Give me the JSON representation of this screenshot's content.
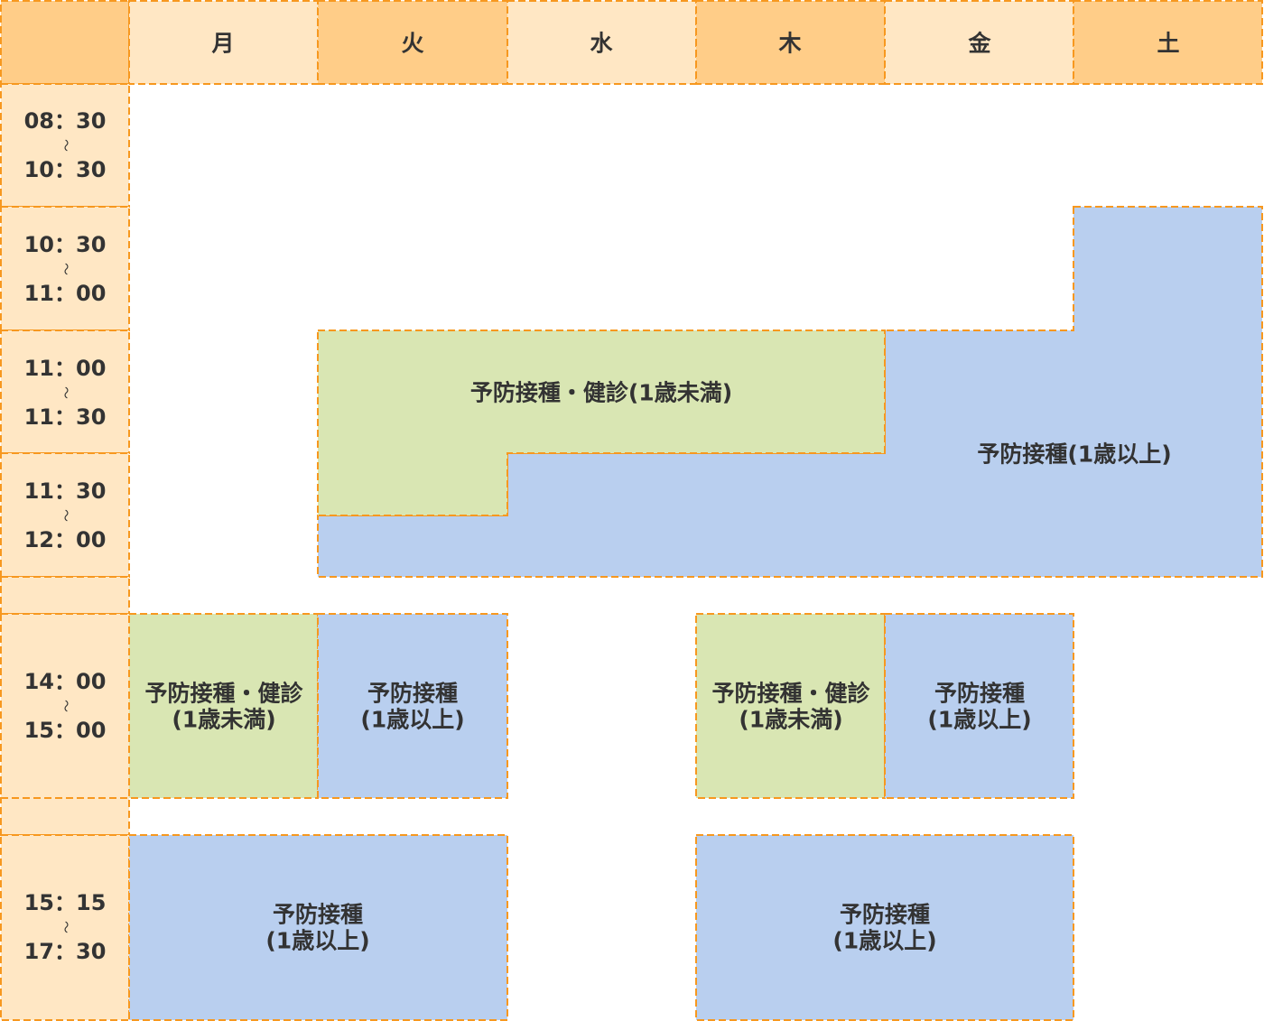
{
  "header": {
    "days": [
      "月",
      "火",
      "水",
      "木",
      "金",
      "土"
    ]
  },
  "times": [
    {
      "start": "08：30",
      "sep": "〜",
      "end": "10：30"
    },
    {
      "start": "10：30",
      "sep": "〜",
      "end": "11：00"
    },
    {
      "start": "11：00",
      "sep": "〜",
      "end": "11：30"
    },
    {
      "start": "11：30",
      "sep": "〜",
      "end": "12：00"
    },
    {
      "start": "14：00",
      "sep": "〜",
      "end": "15：00"
    },
    {
      "start": "15：15",
      "sep": "〜",
      "end": "17：30"
    }
  ],
  "blocks": {
    "am_under1": "予防接種・健診(1歳未満)",
    "am_over1": "予防接種(1歳以上)",
    "mon_pm_under1": {
      "line1": "予防接種・健診",
      "line2": "(1歳未満)"
    },
    "tue_pm_over1": {
      "line1": "予防接種",
      "line2": "(1歳以上)"
    },
    "thu_pm_under1": {
      "line1": "予防接種・健診",
      "line2": "(1歳未満)"
    },
    "fri_pm_over1": {
      "line1": "予防接種",
      "line2": "(1歳以上)"
    },
    "montue_late_over1": {
      "line1": "予防接種",
      "line2": "(1歳以上)"
    },
    "thufri_late_over1": {
      "line1": "予防接種",
      "line2": "(1歳以上)"
    }
  },
  "colors": {
    "border": "#F7981F",
    "header_light": "#FFE7C4",
    "header_dark": "#FFCD88",
    "under1": "#D9E6B3",
    "over1": "#B9CFEF"
  }
}
